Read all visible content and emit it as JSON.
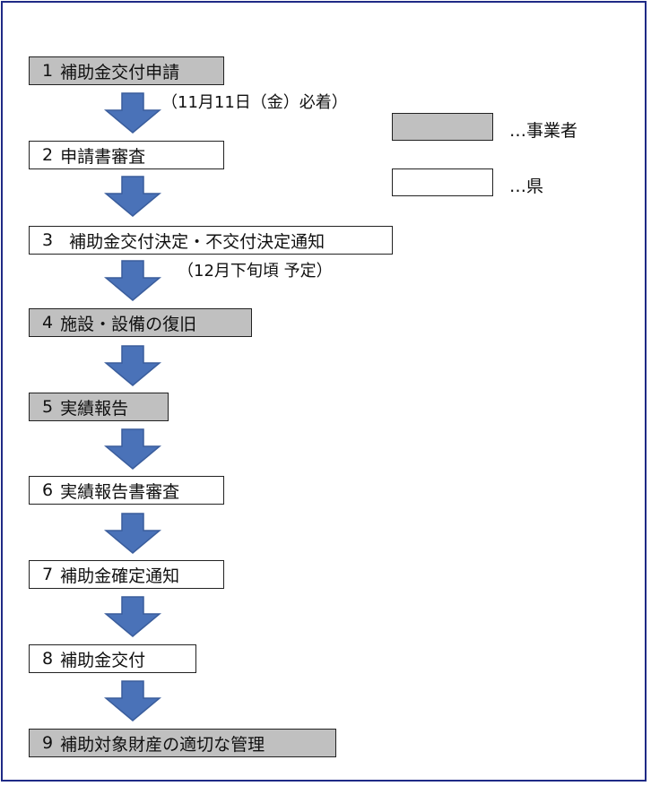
{
  "steps": [
    {
      "num": "1",
      "label": "補助金交付申請",
      "actor": "事業者"
    },
    {
      "num": "2",
      "label": "申請書審査",
      "actor": "県"
    },
    {
      "num": "3",
      "label": "補助金交付決定・不交付決定通知",
      "actor": "県"
    },
    {
      "num": "4",
      "label": "施設・設備の復旧",
      "actor": "事業者"
    },
    {
      "num": "5",
      "label": "実績報告",
      "actor": "事業者"
    },
    {
      "num": "6",
      "label": "実績報告書審査",
      "actor": "県"
    },
    {
      "num": "7",
      "label": "補助金確定通知",
      "actor": "県"
    },
    {
      "num": "8",
      "label": "補助金交付",
      "actor": "県"
    },
    {
      "num": "9",
      "label": "補助対象財産の適切な管理",
      "actor": "事業者"
    }
  ],
  "notes": {
    "deadline": "（11月11日（金）必着）",
    "decision_schedule": "（12月下旬頃 予定）"
  },
  "legend": [
    {
      "label": "…事業者",
      "fill": "#c0c0c0"
    },
    {
      "label": "…県",
      "fill": "#ffffff"
    }
  ],
  "colors": {
    "arrow": "#4a72b8",
    "arrow_stroke": "#3a5d9c",
    "actor_fill": "#c0c0c0",
    "frame": "#1f2a86"
  }
}
